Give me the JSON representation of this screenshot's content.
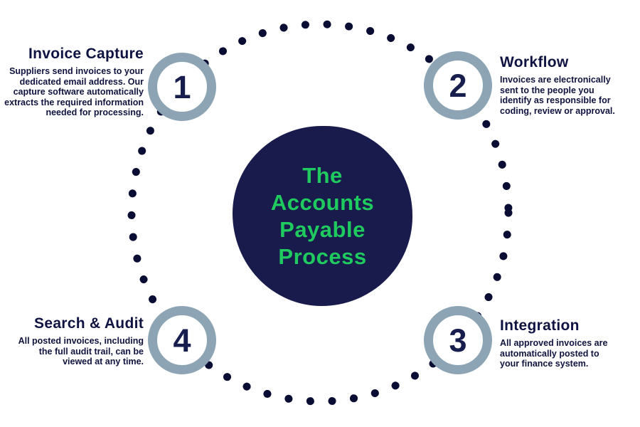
{
  "title": "The Accounts Payable Process",
  "center": {
    "title_lines": "The\nAccounts\nPayable\nProcess"
  },
  "steps": [
    {
      "number": "1",
      "heading": "Invoice Capture",
      "body": "Suppliers send invoices to your\ndedicated email address. Our\ncapture software automatically\nextracts the required information\nneeded for processing."
    },
    {
      "number": "2",
      "heading": "Workflow",
      "body": "Invoices are electronically\nsent to the people you\nidentify as responsible for\ncoding, review or approval."
    },
    {
      "number": "3",
      "heading": "Integration",
      "body": "All approved invoices are\nautomatically posted to\nyour finance system."
    },
    {
      "number": "4",
      "heading": "Search & Audit",
      "body": "All posted invoices, including\nthe full audit trail, can be\nviewed at any time."
    }
  ],
  "colors": {
    "background": "#ffffff",
    "center_circle": "#191b4d",
    "center_text_green": "#1fca5e",
    "ring_dots_navy": "#0a0d33",
    "step_ring_slate": "#8ca4b4",
    "step_number_navy": "#171e4d",
    "text_navy": "#10143f"
  }
}
